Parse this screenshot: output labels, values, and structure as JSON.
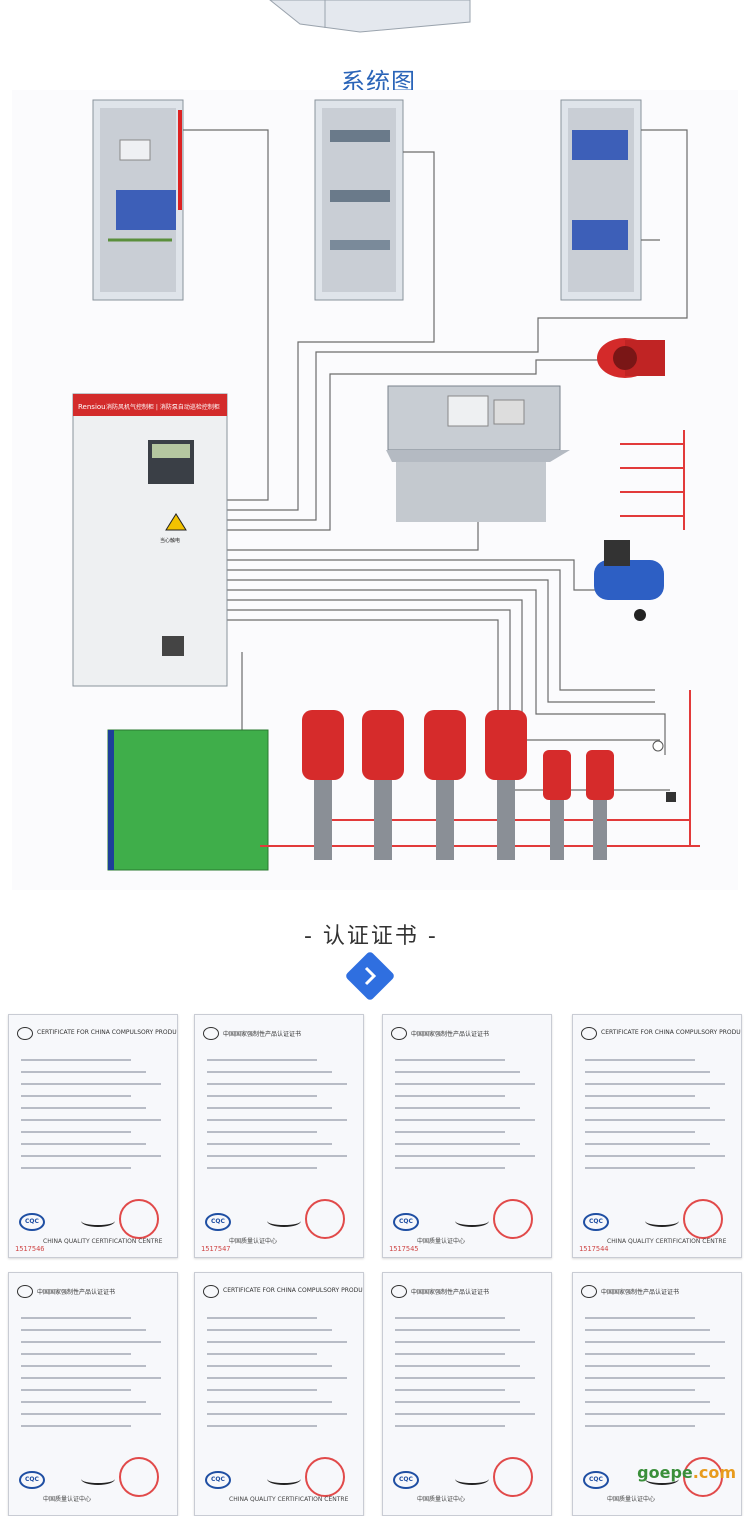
{
  "section_system": {
    "title": "系统图"
  },
  "panel": {
    "brand": "Rensiou",
    "header": "消防风机气控制柜 | 消防泵自动巡检控制柜",
    "warn": "当心触电"
  },
  "section_cert": {
    "title": "- 认证证书 -"
  },
  "certificates": [
    {
      "header": "CERTIFICATE FOR CHINA COMPULSORY PRODUCT CERTIFICATION",
      "number": "1517546",
      "org": "CHINA QUALITY CERTIFICATION CENTRE"
    },
    {
      "header": "中国国家强制性产品认证证书",
      "number": "1517547",
      "org": "中国质量认证中心"
    },
    {
      "header": "中国国家强制性产品认证证书",
      "number": "1517545",
      "org": "中国质量认证中心"
    },
    {
      "header": "CERTIFICATE FOR CHINA COMPULSORY PRODUCT CERTIFICATION",
      "number": "1517544",
      "org": "CHINA QUALITY CERTIFICATION CENTRE"
    },
    {
      "header": "中国国家强制性产品认证证书",
      "number": "",
      "org": "中国质量认证中心"
    },
    {
      "header": "CERTIFICATE FOR CHINA COMPULSORY PRODUCT CERTIFICATION",
      "number": "",
      "org": "CHINA QUALITY CERTIFICATION CENTRE"
    },
    {
      "header": "中国国家强制性产品认证证书",
      "number": "",
      "org": "中国质量认证中心"
    },
    {
      "header": "中国国家强制性产品认证证书",
      "number": "",
      "org": "中国质量认证中心"
    }
  ],
  "watermark": {
    "prefix": "goepe",
    "suffix": ".com"
  },
  "colors": {
    "accent": "#2a64b8",
    "pipe": "#e23a3a",
    "tank": "#3fae4a",
    "pump": "#d62b2b"
  }
}
